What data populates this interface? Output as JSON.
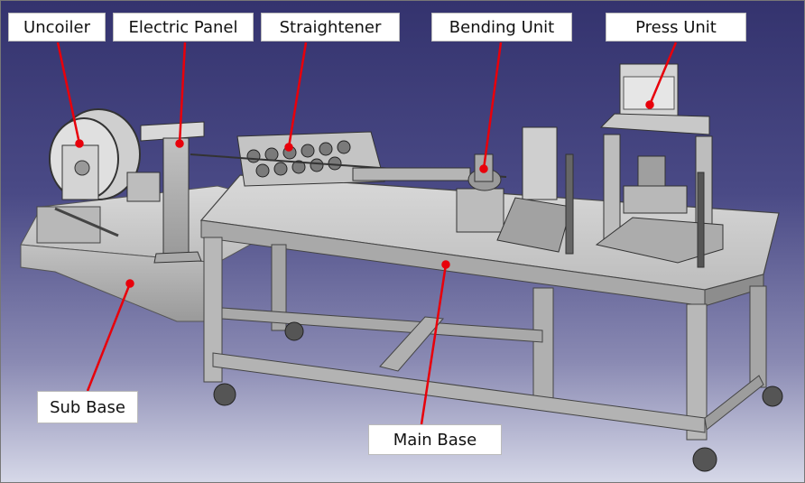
{
  "labels": {
    "uncoiler": "Uncoiler",
    "electric_panel": "Electric Panel",
    "straightener": "Straightener",
    "bending_unit": "Bending Unit",
    "press_unit": "Press Unit",
    "sub_base": "Sub Base",
    "main_base": "Main Base"
  },
  "colors": {
    "background_top": "#34336e",
    "background_bottom": "#d6d8e8",
    "leader_line": "#e8000b",
    "machine_metal": "#c9c9c9",
    "machine_shadow": "#8e8e8e",
    "label_background": "#ffffff"
  }
}
